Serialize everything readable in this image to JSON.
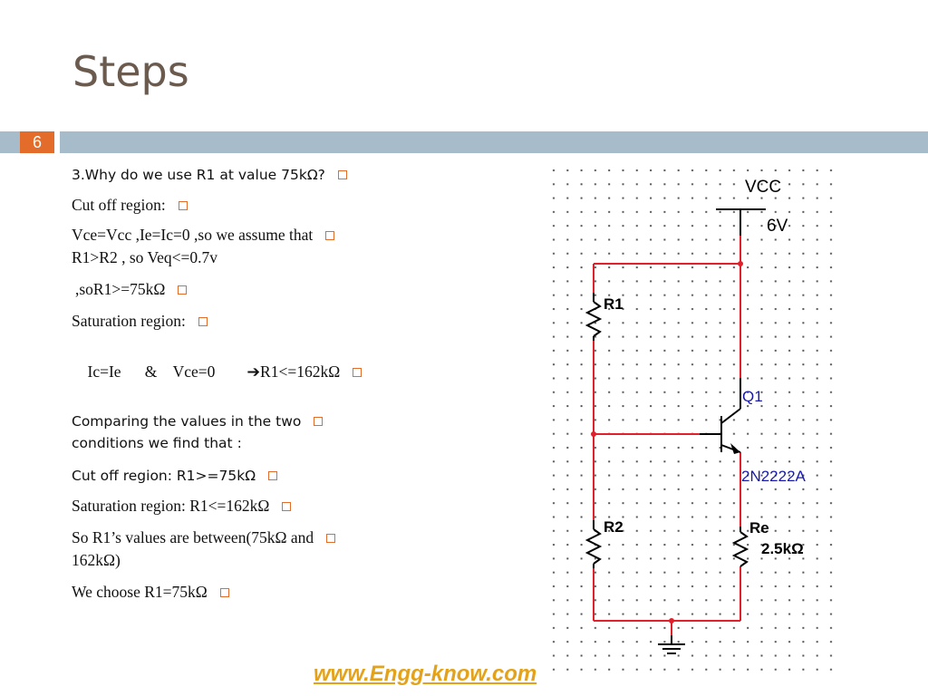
{
  "slide": {
    "title": "Steps",
    "number": "6"
  },
  "bullets": {
    "q3": "3.Why do we use  R1 at value 75kΩ?",
    "cutoff_heading": "Cut off region:",
    "cutoff_line1": "Vce=Vcc   ,Ie=Ic=0    ,so we assume that",
    "cutoff_line2": "R1>R2  , so Veq<=0.7v",
    "cutoff_line3": ",soR1>=75kΩ",
    "sat_heading": "Saturation region:",
    "sat_line": "Ic=Ie      &    Vce=0        ➔R1<=162kΩ",
    "compare_line1": "Comparing the values in the two",
    "compare_line2": "conditions we find that :",
    "cutoff_result": "Cut off region: R1>=75kΩ",
    "sat_result": "Saturation region:  R1<=162kΩ",
    "between_line1": "So R1’s values are between(75kΩ and",
    "between_line2": "162kΩ)",
    "choose": "We choose R1=75kΩ"
  },
  "circuit": {
    "vcc_label": "VCC",
    "vcc_value": "6V",
    "r1_label": "R1",
    "q1_label": "Q1",
    "q1_part": "2N2222A",
    "r2_label": "R2",
    "re_label": "Re",
    "re_value": "2.5kΩ",
    "colors": {
      "wire": "#e0202a",
      "label": "#1a1aa8",
      "black": "#000000"
    }
  },
  "footer": {
    "link_text": "www.Engg-know.com",
    "color": "#e3a21a"
  },
  "theme": {
    "accent": "#e36c2a",
    "bar": "#a7bccb",
    "title_color": "#6b5a4e"
  }
}
